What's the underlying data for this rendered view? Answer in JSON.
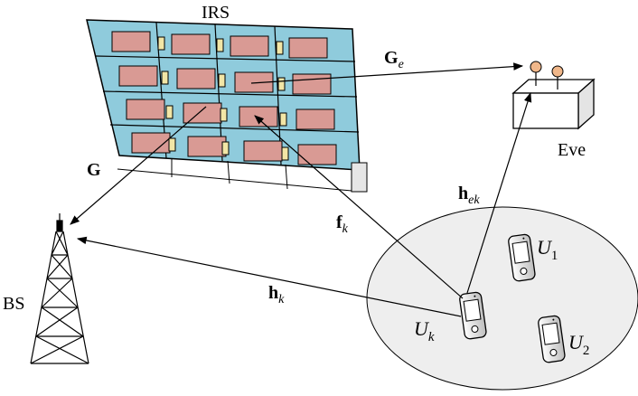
{
  "nodes": {
    "irs": {
      "label": "IRS"
    },
    "eve": {
      "label": "Eve"
    },
    "bs": {
      "label": "BS"
    },
    "users": [
      {
        "label": "U",
        "sub": "1"
      },
      {
        "label": "U",
        "sub": "2"
      },
      {
        "label": "U",
        "sub": "k"
      }
    ]
  },
  "channels": {
    "G": {
      "main": "G",
      "sub": ""
    },
    "G_e": {
      "main": "G",
      "sub": "e"
    },
    "h_k": {
      "main": "h",
      "sub": "k"
    },
    "h_ek": {
      "main": "h",
      "sub": "ek"
    },
    "f_k": {
      "main": "f",
      "sub": "k"
    }
  },
  "colors": {
    "panel_frame": "#8fcbdc",
    "element": "#d99a94",
    "phase_shifter": "#f2e6a6",
    "stroke": "#000000",
    "user_area": "#eeeeee"
  }
}
